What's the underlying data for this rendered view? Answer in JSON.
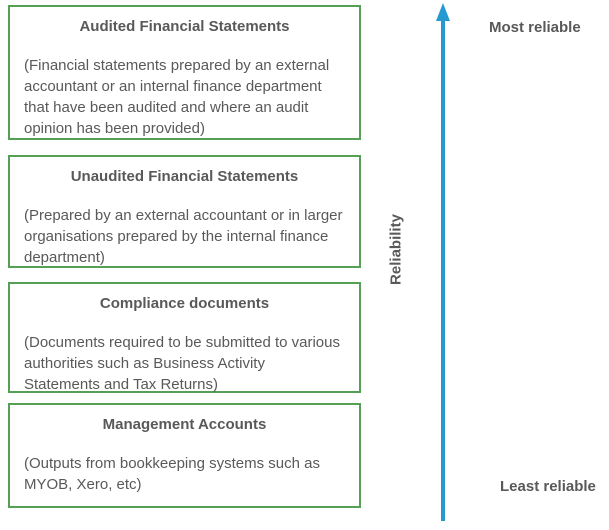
{
  "diagram": {
    "boxes": [
      {
        "title": "Audited Financial Statements",
        "description": "(Financial statements prepared by an external accountant or an internal finance department that have been audited and where an audit opinion has been provided)"
      },
      {
        "title": "Unaudited Financial Statements",
        "description": "(Prepared by an external accountant or in larger organisations prepared by the internal finance department)"
      },
      {
        "title": "Compliance documents",
        "description": "(Documents required to be submitted to various authorities such as Business Activity Statements and Tax Returns)"
      },
      {
        "title": "Management Accounts",
        "description": "(Outputs from bookkeeping systems such as MYOB, Xero, etc)"
      }
    ],
    "axis": {
      "label": "Reliability",
      "top_label": "Most reliable",
      "bottom_label": "Least reliable"
    },
    "colors": {
      "box_border": "#55a055",
      "arrow": "#2699d1",
      "text": "#595959"
    }
  }
}
